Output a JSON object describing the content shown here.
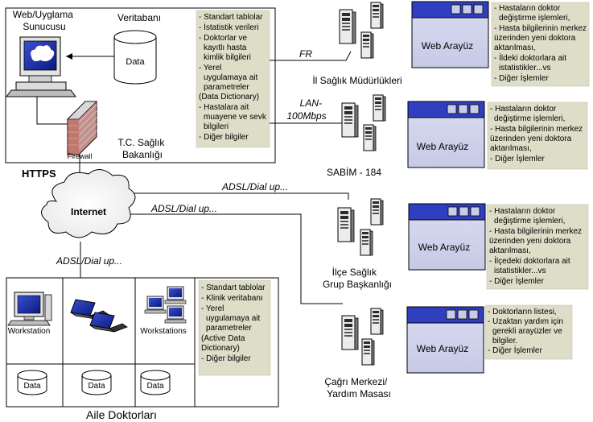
{
  "ministry": {
    "web_server_label": [
      "Web/Uyglama",
      "Sunucusu"
    ],
    "database_label": "Veritabanı",
    "data_label": "Data",
    "firewall_label": "Firewall",
    "ministry_label": [
      "T.C. Sağlık",
      "Bakanlığı"
    ],
    "notes": [
      "- Standart tablolar",
      "- İstatistik verileri",
      "- Doktorlar ve",
      "kayıtlı hasta",
      "kimlik bilgileri",
      "- Yerel",
      "uygulamaya ait",
      "parametreler",
      "(Data Dictionary)",
      "- Hastalara ait",
      "muayene ve sevk",
      "bilgileri",
      "- Diğer bilgiler"
    ]
  },
  "https_label": "HTTPS",
  "internet_label": "Internet",
  "links": {
    "fr": "FR",
    "lan": [
      "LAN-",
      "100Mbps"
    ],
    "adsl_1": "ADSL/Dial  up...",
    "adsl_2": "ADSL/Dial  up...",
    "adsl_3": "ADSL/Dial  up..."
  },
  "nodes": [
    {
      "label": [
        "İl Sağlık Müdürlükleri"
      ],
      "web_title": "Web Arayüz",
      "notes": [
        "- Hastaların doktor",
        "değiştirme işlemleri,",
        "- Hasta bilgilerinin merkez",
        "üzerinden yeni doktora",
        "aktarılması,",
        "- İldeki doktorlara ait",
        "istatistikler...vs",
        "- Diğer İşlemler"
      ]
    },
    {
      "label": [
        "SABİM - 184"
      ],
      "web_title": "Web Arayüz",
      "notes": [
        "- Hastaların doktor",
        "değiştirme işlemleri,",
        "- Hasta bilgilerinin merkez",
        "üzerinden yeni doktora",
        "aktarılması,",
        "- Diğer İşlemler"
      ]
    },
    {
      "label": [
        "İlçe Sağlık",
        "Grup  Başkanlığı"
      ],
      "web_title": "Web Arayüz",
      "notes": [
        "- Hastaların doktor",
        "değiştirme işlemleri,",
        "- Hasta bilgilerinin merkez",
        "üzerinden yeni doktora",
        "aktarılması,",
        "- İlçedeki doktorlara ait",
        "istatistikler...vs",
        "- Diğer İşlemler"
      ]
    },
    {
      "label": [
        "Çağrı Merkezi/",
        "Yardım Masası"
      ],
      "web_title": "Web Arayüz",
      "notes": [
        "- Doktorların listesi,",
        "- Uzaktan yardım için",
        "gerekli arayüzler ve",
        "bilgiler.",
        "- Diğer İşlemler"
      ]
    }
  ],
  "family_doctors": {
    "workstation_label": "Workstation",
    "workstations_label": "Workstations",
    "data_label": "Data",
    "title": "Aile Doktorları",
    "notes": [
      "- Standart tablolar",
      "- Klinik veritabanı",
      "- Yerel",
      "uygulamaya ait",
      "parametreler",
      "(Active Data",
      "Dictionary)",
      "- Diğer bilgiler"
    ]
  }
}
